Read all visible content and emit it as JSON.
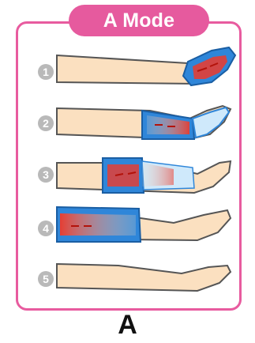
{
  "title": "A Mode",
  "caption": "A",
  "steps": [
    "1",
    "2",
    "3",
    "4",
    "5"
  ],
  "colors": {
    "frame": "#e85b9f",
    "badge": "#e65a9e",
    "skin": "#fbe0c0",
    "cuff": "#2f86d9",
    "cuff_light": "#cfe9fb",
    "pressure": "#ef3a2a",
    "step_circle": "#b9b9b9"
  }
}
